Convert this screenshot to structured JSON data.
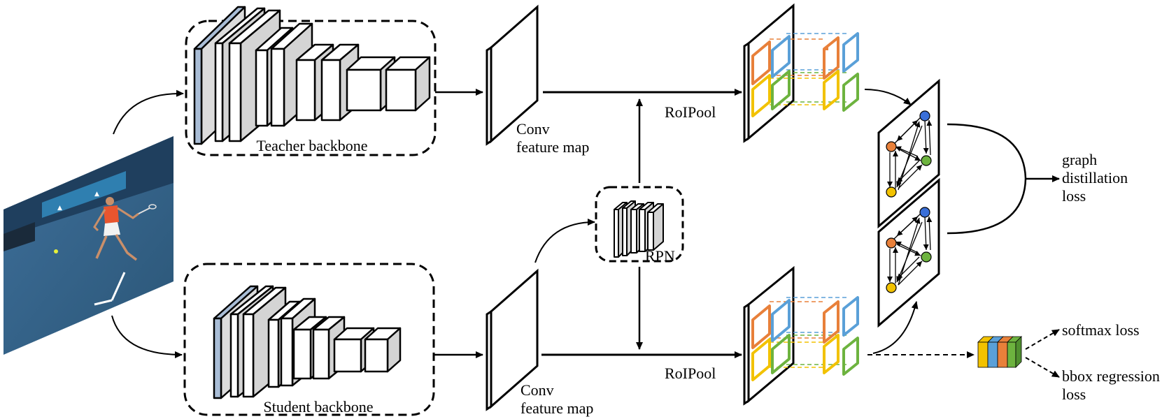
{
  "labels": {
    "teacher_backbone": "Teacher backbone",
    "student_backbone": "Student backbone",
    "conv_top_1": "Conv",
    "conv_top_2": "feature map",
    "conv_bottom_1": "Conv",
    "conv_bottom_2": "feature map",
    "roipool_top": "RoIPool",
    "roipool_bottom": "RoIPool",
    "rpn": "RPN",
    "graph_loss_1": "graph",
    "graph_loss_2": "distillation",
    "graph_loss_3": "loss",
    "softmax_loss": "softmax loss",
    "bbox_loss_1": "bbox regression",
    "bbox_loss_2": "loss"
  },
  "colors": {
    "orange": "#e8803a",
    "blue": "#5aa0d8",
    "yellow": "#f2c200",
    "green": "#6db33f",
    "layer_gray": "#d4d4d4",
    "first_layer": "#a9bdd6",
    "node_blue": "#3a6fd8"
  },
  "icons": {
    "input_image": "tennis-player-photo-icon"
  }
}
